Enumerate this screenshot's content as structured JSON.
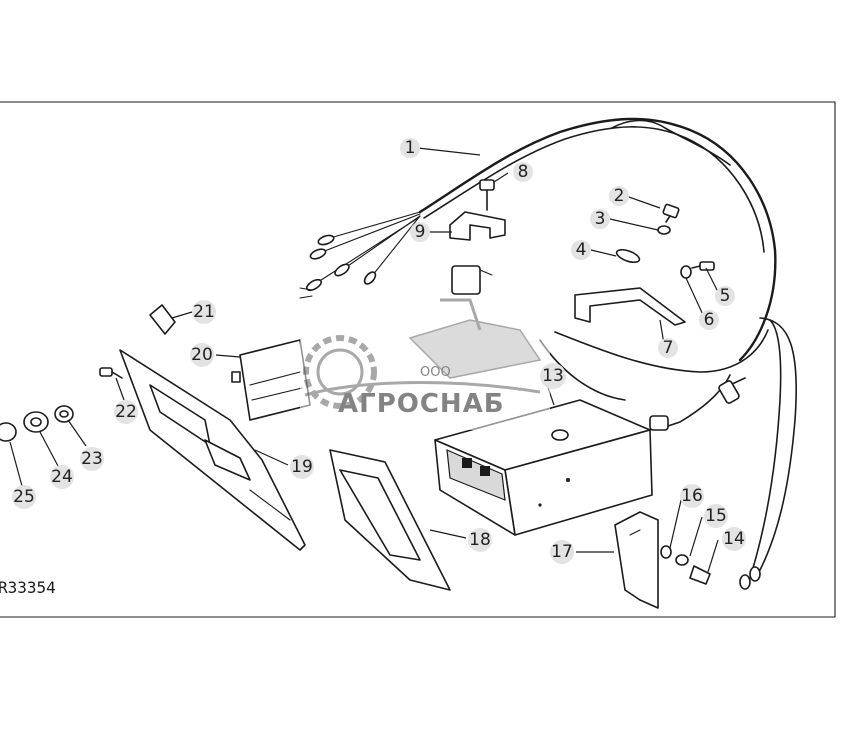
{
  "diagram": {
    "figure_code": "R33354",
    "callouts": [
      "1",
      "2",
      "3",
      "4",
      "5",
      "6",
      "7",
      "8",
      "9",
      "13",
      "14",
      "15",
      "16",
      "17",
      "18",
      "19",
      "20",
      "21",
      "22",
      "23",
      "24",
      "25"
    ]
  },
  "watermark": {
    "prefix": "ООО",
    "name": "АГРОСНАБ"
  },
  "colors": {
    "line": "#1b1b1b",
    "badge": "#e3e3e3",
    "watermark": "#8c8c8c"
  }
}
